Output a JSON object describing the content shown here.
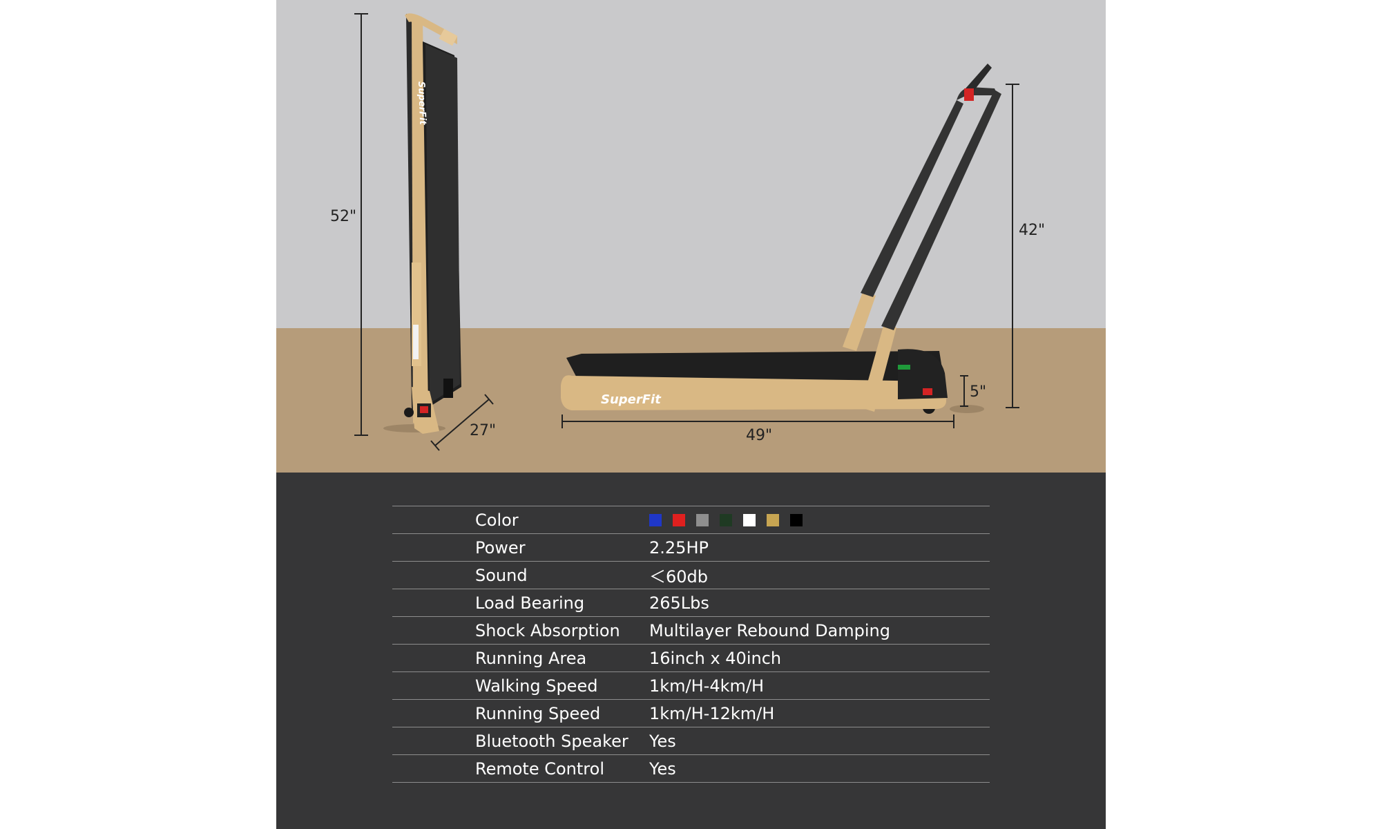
{
  "image": {
    "dimensions": {
      "folded_height": "52\"",
      "width": "27\"",
      "unfolded_height": "42\"",
      "length": "49\"",
      "deck_height": "5\""
    },
    "brand": "SuperFit",
    "colors": {
      "wall": "#c9c9cb",
      "floor": "#b69c7a",
      "frame_gold": "#d9b884",
      "deck_black": "#2a2a2a"
    }
  },
  "specs": {
    "rows": [
      {
        "label": "Color",
        "value": "",
        "swatches": [
          "#1f37c8",
          "#e0201f",
          "#8f8f8f",
          "#1f3a23",
          "#ffffff",
          "#c7a552",
          "#000000"
        ]
      },
      {
        "label": "Power",
        "value": "2.25HP"
      },
      {
        "label": "Sound",
        "value": "＜60db"
      },
      {
        "label": "Load Bearing",
        "value": "265Lbs"
      },
      {
        "label": "Shock Absorption",
        "value": "Multilayer Rebound Damping"
      },
      {
        "label": "Running Area",
        "value": "16inch x 40inch"
      },
      {
        "label": "Walking Speed",
        "value": "1km/H-4km/H"
      },
      {
        "label": "Running Speed",
        "value": "1km/H-12km/H"
      },
      {
        "label": "Bluetooth Speaker",
        "value": "Yes"
      },
      {
        "label": "Remote Control",
        "value": "Yes"
      }
    ]
  }
}
